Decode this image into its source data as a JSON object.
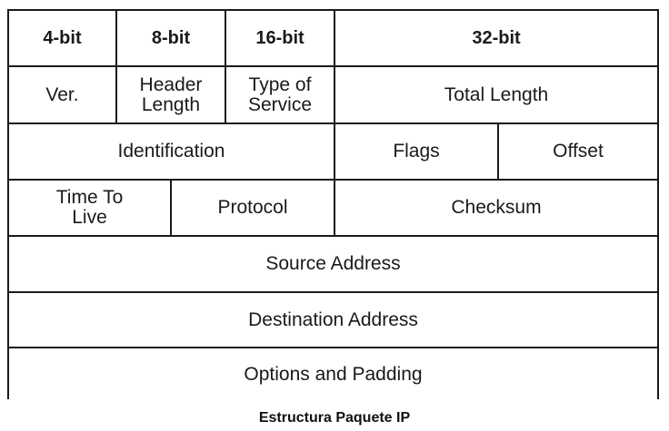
{
  "header": {
    "col_4bit": "4-bit",
    "col_8bit": "8-bit",
    "col_16bit": "16-bit",
    "col_32bit": "32-bit"
  },
  "fields": {
    "version": "Ver.",
    "header_length": "Header\nLength",
    "type_of_service": "Type of\nService",
    "total_length": "Total Length",
    "identification": "Identification",
    "flags": "Flags",
    "offset": "Offset",
    "time_to_live": "Time To\nLive",
    "protocol": "Protocol",
    "checksum": "Checksum",
    "source_address": "Source Address",
    "destination_address": "Destination Address",
    "options_and_padding": "Options and Padding"
  },
  "caption": "Estructura Paquete IP"
}
